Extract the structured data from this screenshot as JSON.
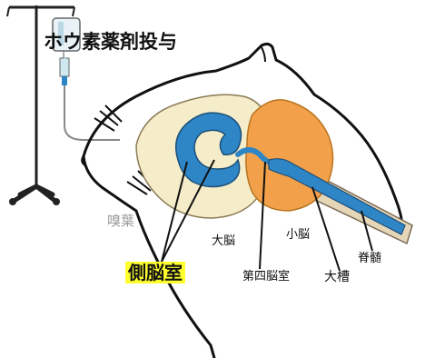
{
  "diagram": {
    "title": "ホウ素薬剤投与",
    "labels": {
      "olfactory_bulb": "嗅葉",
      "cerebrum": "大脳",
      "lateral_ventricle": "側脳室",
      "fourth_ventricle": "第四脳室",
      "cerebellum": "小脳",
      "cisterna_magna": "大槽",
      "spinal_cord": "脊髄"
    },
    "colors": {
      "cerebrum": "#f5ecc9",
      "cerebellum": "#f2a04a",
      "ventricle": "#2f86c6",
      "spinal_cord": "#e6d6b8",
      "highlight": "#ffff2e",
      "outline": "#111111",
      "olfactory_label": "#9a9a9a"
    },
    "icons": [
      "iv-drip-stand-icon",
      "mouse-head-icon"
    ]
  }
}
